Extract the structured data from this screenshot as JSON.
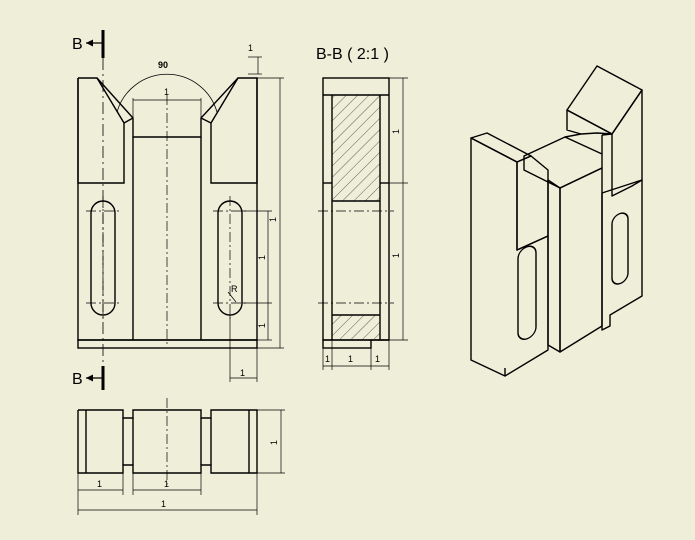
{
  "section_marker": "B",
  "section_title": "B-B ( 2:1 )",
  "angle_label": "90",
  "radius_label": "R",
  "dimension_value": "1",
  "colors": {
    "background": "#eeeed9",
    "line": "#000000",
    "hatch": "#000000"
  }
}
